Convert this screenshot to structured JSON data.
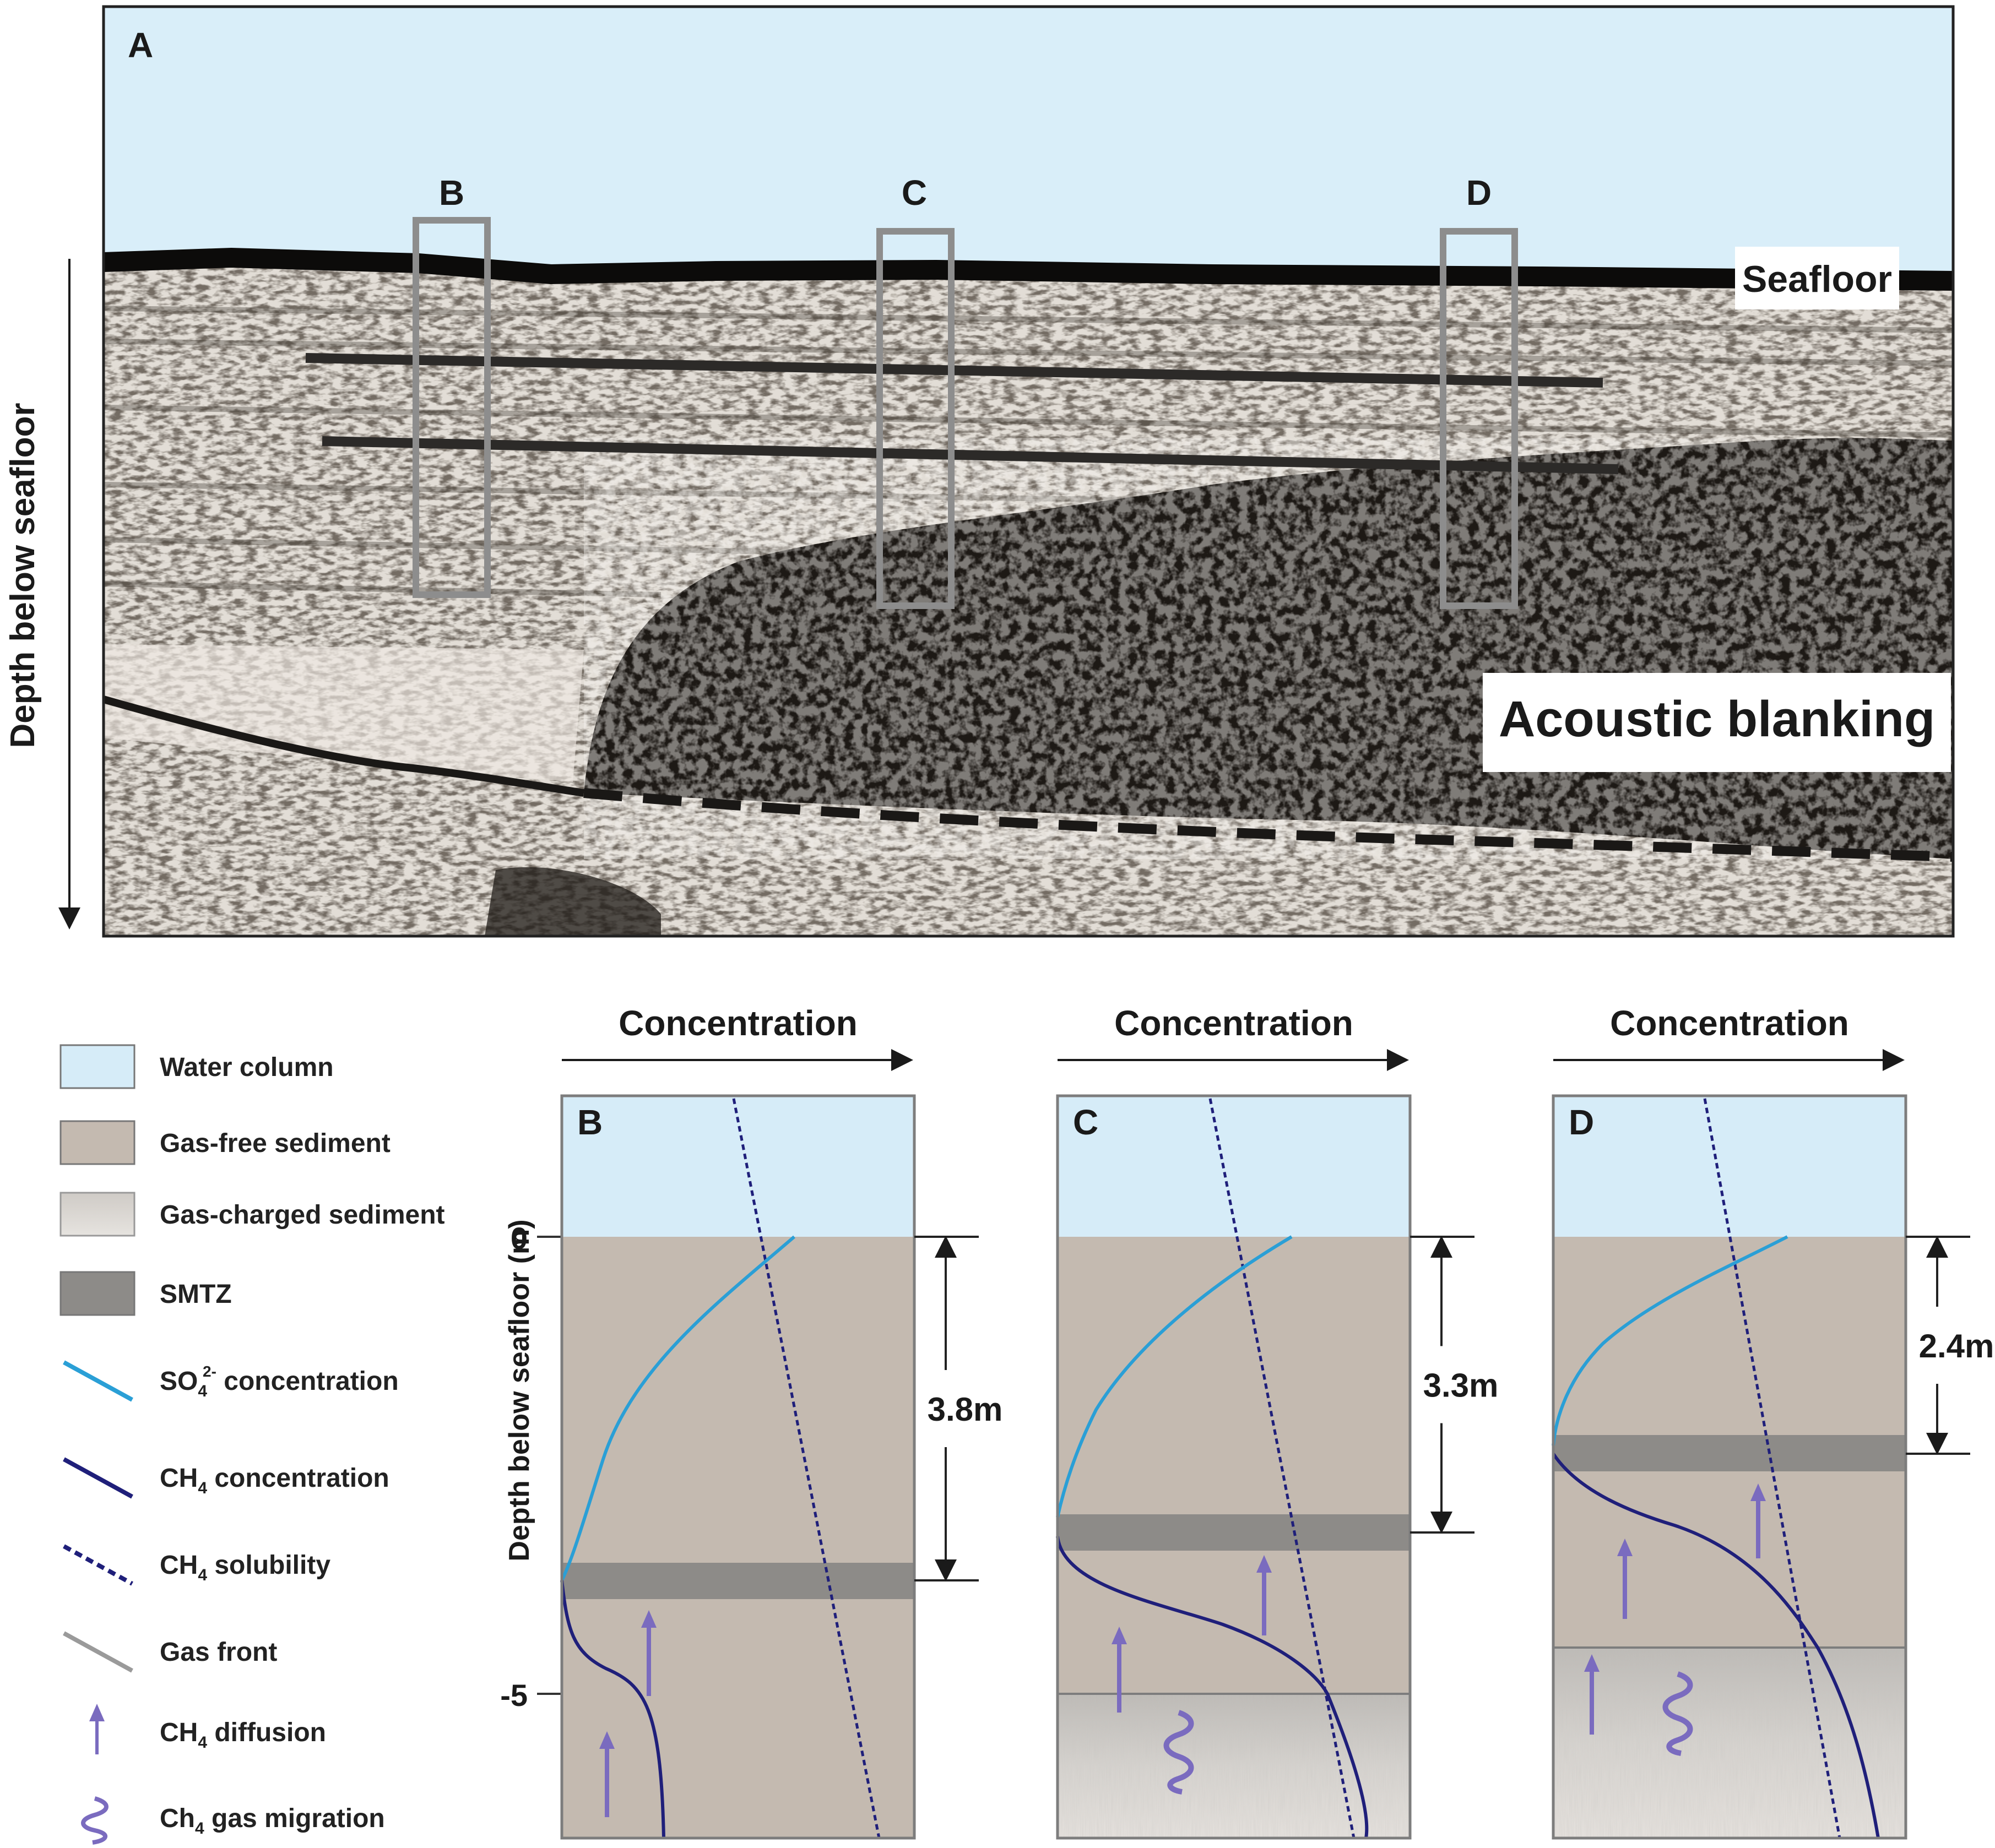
{
  "panel_a": {
    "label": "A",
    "y_axis_label": "Depth below seafloor",
    "seafloor_label": "Seafloor",
    "blanking_label": "Acoustic blanking",
    "box_labels": [
      "B",
      "C",
      "D"
    ]
  },
  "profiles": {
    "x_axis_label": "Concentration",
    "y_axis_label": "Depth below seafloor (m)",
    "y_ticks": [
      "0",
      "-5"
    ],
    "panels": [
      {
        "label": "B",
        "smtz_depth": "3.8m"
      },
      {
        "label": "C",
        "smtz_depth": "3.3m"
      },
      {
        "label": "D",
        "smtz_depth": "2.4m"
      }
    ]
  },
  "legend": {
    "items": [
      {
        "label": "Water column",
        "symbol": "water-column-swatch",
        "color": "#d6ecf8"
      },
      {
        "label": "Gas-free sediment",
        "symbol": "gas-free-sediment-swatch",
        "color": "#c4bab0"
      },
      {
        "label": "Gas-charged sediment",
        "symbol": "gas-charged-sediment-swatch",
        "color": "#d9d5d0"
      },
      {
        "label": "SMTZ",
        "symbol": "smtz-swatch",
        "color": "#8d8b88"
      },
      {
        "label": "SO",
        "sub": "4",
        "sup": "2-",
        "tail": " concentration",
        "symbol": "so4-concentration-line",
        "color": "#2a9fd6"
      },
      {
        "label": "CH",
        "sub": "4",
        "tail": " concentration",
        "symbol": "ch4-concentration-line",
        "color": "#1f1f7a"
      },
      {
        "label": "CH",
        "sub": "4",
        "tail": " solubility",
        "symbol": "ch4-solubility-dashed-line",
        "color": "#1f1f7a"
      },
      {
        "label": "Gas front",
        "symbol": "gas-front-line",
        "color": "#9a9a9a"
      },
      {
        "label": "CH",
        "sub": "4",
        "tail": " diffusion",
        "symbol": "ch4-diffusion-arrow-icon",
        "color": "#7a6bbf"
      },
      {
        "label": "Ch",
        "sub": "4",
        "tail": " gas migration",
        "symbol": "gas-migration-squiggle-icon",
        "color": "#7a6bbf"
      }
    ]
  }
}
